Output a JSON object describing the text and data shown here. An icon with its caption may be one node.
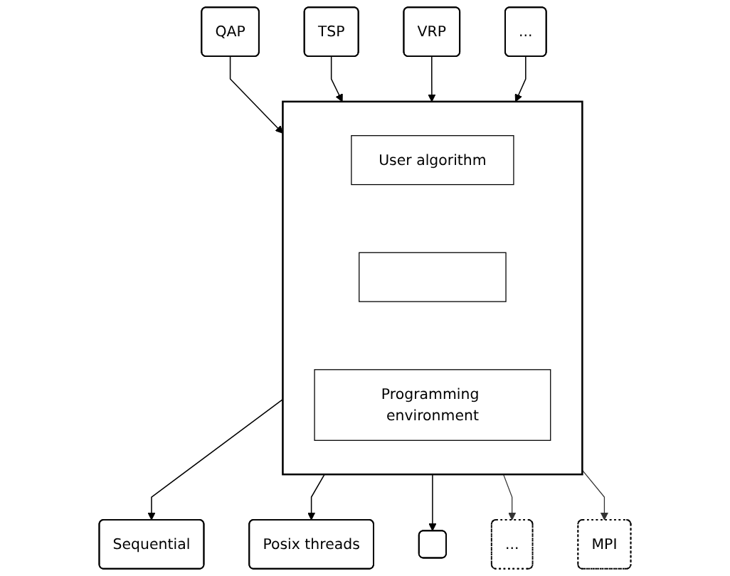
{
  "diagram": {
    "nodes": [
      {
        "text": [
          "QAP"
        ]
      },
      {
        "text": [
          "TSP"
        ]
      },
      {
        "text": [
          "VRP"
        ]
      },
      {
        "text": [
          "..."
        ]
      },
      {
        "text": [],
        "shape": "box"
      },
      {
        "text": [
          "User algorithm"
        ],
        "in": 4
      },
      {
        "text": [],
        "shape": "box",
        "in": 4
      },
      {
        "text": [
          "Programming environment"
        ],
        "in": 4
      },
      {
        "text": [
          "Sequential"
        ]
      },
      {
        "text": [
          "Posix threads"
        ]
      },
      {
        "text": [],
        "shape": "box"
      },
      {
        "text": [
          "..."
        ]
      },
      {
        "text": [
          "MPI"
        ]
      }
    ],
    "edges": [
      {
        "from": 0,
        "to": 4,
        "arrow": "to"
      },
      {
        "from": 1,
        "to": 4,
        "arrow": "to"
      },
      {
        "from": 2,
        "to": 4,
        "arrow": "to"
      },
      {
        "from": 3,
        "to": 4,
        "arrow": "to"
      },
      {
        "from": 4,
        "to": 8,
        "arrow": "to"
      },
      {
        "from": 4,
        "to": 9,
        "arrow": "to"
      },
      {
        "from": 4,
        "to": 10,
        "arrow": "to"
      },
      {
        "from": 4,
        "to": 11,
        "arrow": "to"
      },
      {
        "from": 4,
        "to": 12,
        "arrow": "to"
      }
    ]
  }
}
